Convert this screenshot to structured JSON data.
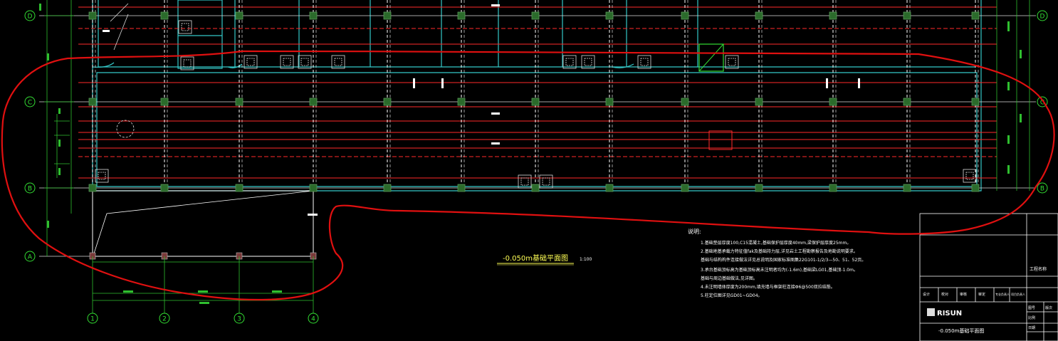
{
  "axes": {
    "rows": [
      {
        "id": "row-d",
        "label": "D"
      },
      {
        "id": "row-c",
        "label": "C"
      },
      {
        "id": "row-b",
        "label": "B"
      },
      {
        "id": "row-a",
        "label": "A"
      }
    ],
    "cols": [
      {
        "id": "col-1",
        "label": "1"
      },
      {
        "id": "col-2",
        "label": "2"
      },
      {
        "id": "col-3",
        "label": "3"
      },
      {
        "id": "col-4",
        "label": "4"
      }
    ]
  },
  "plan_title": "-0.050m基础平面图",
  "plan_scale": "1:100",
  "notes": {
    "heading": "说明:",
    "lines": [
      "1.基础垫层厚度100,C15混凝土,基础保护层厚度40mm,梁保护层厚度25mm。",
      "2.基础地基承载力特征值fak及基础持力层,详见岩土工程勘察报告及地勘说明要求。",
      "   基础与结构构件连接做法详见总说明及国家标准图集22G101-1/2/3—50、51、52页。",
      "3.承台基础顶标高为基础顶标高未注明者均为(-1.6m),基础梁LG01,基础顶-1.0m。",
      "   基础与周边基础做法,见详图。",
      "4.未注明墙体厚度为200mm,填充墙与框架柱连接Φ6@500双拉结筋。",
      "5.柱定位图详见GD01~GD04。"
    ]
  },
  "title_block": {
    "company": "RISUN",
    "drawing_title": "-0.050m基础平面图",
    "row_labels": [
      "工程名称",
      "设计",
      "校对",
      "审核",
      "审定",
      "专业负责人",
      "项目负责人"
    ],
    "cells": [
      "图号",
      "比例",
      "日期",
      "版次"
    ]
  },
  "colors": {
    "background": "#000000",
    "grid": "#ffffff",
    "axis_bubble": "#33dd33",
    "beam_red": "#ff2a2a",
    "wall_cyan": "#34c8c8",
    "column_green": "#2b6b2b",
    "markup_red": "#e01010",
    "dim_green": "#2fbf2f"
  }
}
